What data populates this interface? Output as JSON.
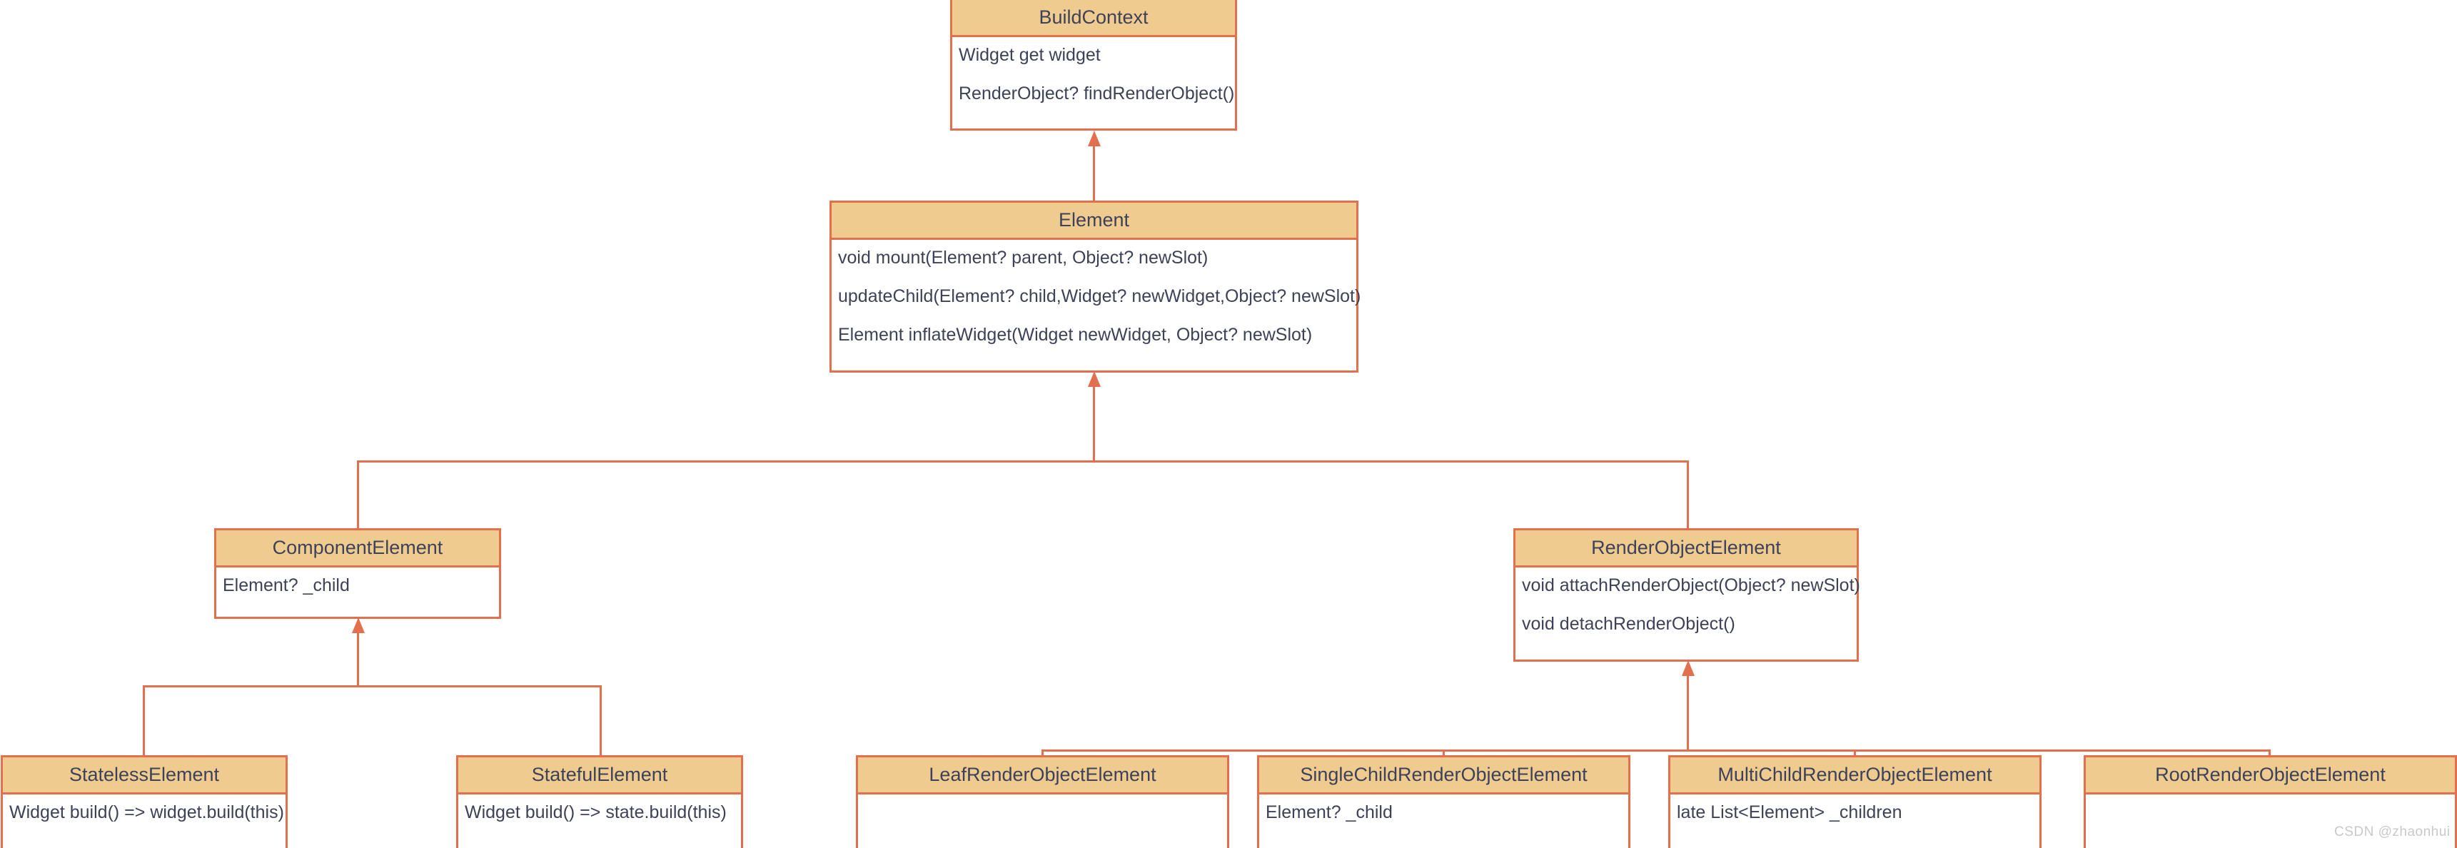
{
  "diagram": {
    "title": "Flutter Element class hierarchy",
    "colors": {
      "header_fill": "#f0cb90",
      "border": "#e2704f",
      "text": "#3d4258",
      "body_fill": "#ffffff",
      "watermark": "#c9c9c9"
    },
    "classes": [
      {
        "id": "build-context",
        "name": "BuildContext",
        "members": [
          "Widget get widget",
          "RenderObject? findRenderObject()"
        ]
      },
      {
        "id": "element",
        "name": "Element",
        "members": [
          "void mount(Element? parent, Object? newSlot)",
          "updateChild(Element? child,Widget? newWidget,Object? newSlot)",
          "Element inflateWidget(Widget newWidget, Object? newSlot)"
        ]
      },
      {
        "id": "component-element",
        "name": "ComponentElement",
        "members": [
          "Element? _child"
        ]
      },
      {
        "id": "render-object-element",
        "name": "RenderObjectElement",
        "members": [
          "void attachRenderObject(Object? newSlot)",
          "void detachRenderObject()"
        ]
      },
      {
        "id": "stateless-element",
        "name": "StatelessElement",
        "members": [
          "Widget build() => widget.build(this)"
        ]
      },
      {
        "id": "stateful-element",
        "name": "StatefulElement",
        "members": [
          "Widget build() => state.build(this)"
        ]
      },
      {
        "id": "leaf-render-object-element",
        "name": "LeafRenderObjectElement",
        "members": []
      },
      {
        "id": "single-child-render-object-element",
        "name": "SingleChildRenderObjectElement",
        "members": [
          "Element? _child"
        ]
      },
      {
        "id": "multi-child-render-object-element",
        "name": "MultiChildRenderObjectElement",
        "members": [
          "late List<Element> _children"
        ]
      },
      {
        "id": "root-render-object-element",
        "name": "RootRenderObjectElement",
        "members": []
      }
    ],
    "relationships": [
      {
        "from": "Element",
        "to": "BuildContext",
        "type": "generalization"
      },
      {
        "from": "ComponentElement",
        "to": "Element",
        "type": "generalization"
      },
      {
        "from": "RenderObjectElement",
        "to": "Element",
        "type": "generalization"
      },
      {
        "from": "StatelessElement",
        "to": "ComponentElement",
        "type": "generalization"
      },
      {
        "from": "StatefulElement",
        "to": "ComponentElement",
        "type": "generalization"
      },
      {
        "from": "LeafRenderObjectElement",
        "to": "RenderObjectElement",
        "type": "generalization"
      },
      {
        "from": "SingleChildRenderObjectElement",
        "to": "RenderObjectElement",
        "type": "generalization"
      },
      {
        "from": "MultiChildRenderObjectElement",
        "to": "RenderObjectElement",
        "type": "generalization"
      },
      {
        "from": "RootRenderObjectElement",
        "to": "RenderObjectElement",
        "type": "generalization"
      }
    ],
    "watermark": "CSDN @zhaonhui"
  }
}
